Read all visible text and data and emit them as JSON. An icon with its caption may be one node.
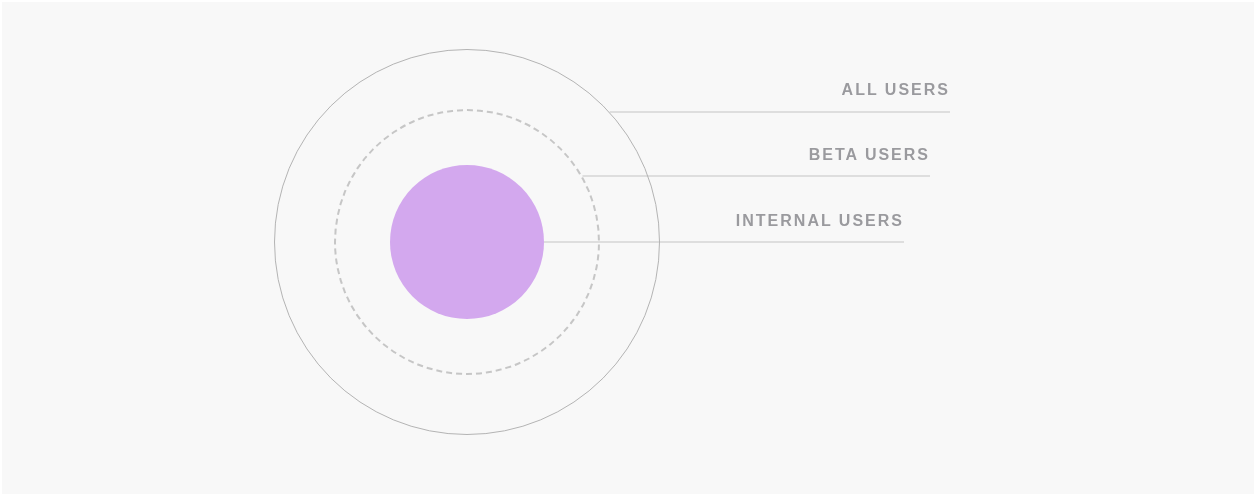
{
  "diagram": {
    "nodes": [
      {
        "text": [],
        "shape": "circle"
      },
      {
        "text": [],
        "shape": "circle",
        "in": 0
      },
      {
        "text": [],
        "shape": "circle",
        "in": 1
      },
      {
        "text": [
          "ALL USERS"
        ]
      },
      {
        "text": [
          "BETA USERS"
        ]
      },
      {
        "text": [
          "INTERNAL USERS"
        ]
      }
    ],
    "edges": [
      {
        "from": 3,
        "to": 0,
        "arrow": "none"
      },
      {
        "from": 4,
        "to": 1,
        "arrow": "none"
      },
      {
        "from": 5,
        "to": 2,
        "arrow": "none"
      }
    ]
  }
}
